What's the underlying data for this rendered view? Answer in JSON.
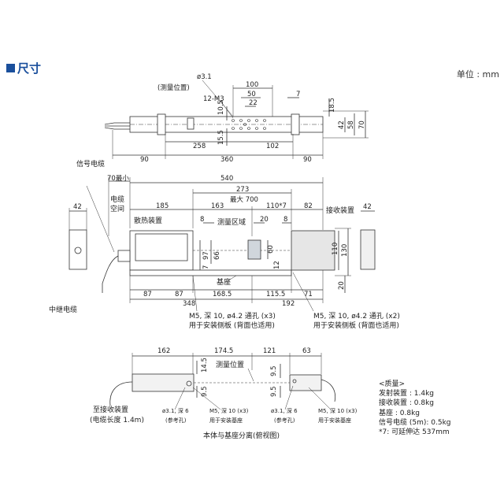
{
  "header": {
    "title": "尺寸",
    "unit": "单位 : mm"
  },
  "top_view": {
    "hole_dia": "ø3.1",
    "measure_pos": "(测量位置)",
    "thread": "12-M3",
    "dims_h": [
      "100",
      "50",
      "22",
      "7",
      "258",
      "102",
      "90",
      "360",
      "90"
    ],
    "dims_v": [
      "10.5",
      "15.5",
      "18.5",
      "42",
      "58",
      "70"
    ]
  },
  "front_view": {
    "signal_cable": "信号电缆",
    "min70": "70最小",
    "cable_space": [
      "电缆",
      "空间"
    ],
    "dims_top": [
      "540",
      "273",
      "最大 700",
      "185",
      "163",
      "110*7",
      "82"
    ],
    "heatsink": "散热装置",
    "receiver": "接收装置",
    "measure_area": "测量区域",
    "small_dims": [
      "8",
      "20",
      "8",
      "12",
      "60",
      "97",
      "66",
      "7"
    ],
    "right_dims": [
      "110",
      "130",
      "20"
    ],
    "side42_left": "42",
    "side42_right": "42",
    "base": "基座",
    "relay_cable": "中继电缆",
    "bottom_dims": [
      "87",
      "87",
      "168.5",
      "115.5",
      "71",
      "348",
      "192"
    ],
    "m5_left": "M5, 深 10, ø4.2 通孔 (x3)",
    "m5_left_2": "用于安装侧板 (背面也适用)",
    "m5_right": "M5, 深 10, ø4.2 通孔 (x2)",
    "m5_right_2": "用于安装侧板 (背面也适用)"
  },
  "bottom_view": {
    "dims": [
      "162",
      "174.5",
      "121",
      "63",
      "14.5",
      "9.5",
      "9.5",
      "9.5"
    ],
    "measure_pos": "测量位置",
    "to_receiver": "至接收装置",
    "cable_len": "(电缆长度 1.4m)",
    "ref_hole_l": "ø3.1, 深 6",
    "ref_hole_l2": "(参考孔)",
    "m5_l": "M5, 深 10 (x3)",
    "m5_l2": "用于安装基座",
    "ref_hole_r": "ø3.1, 深 6",
    "ref_hole_r2": "(参考孔)",
    "m5_r": "M5, 深 10 (x3)",
    "m5_r2": "用于安装基座",
    "caption": "本体与基座分离(俯视图)"
  },
  "mass_notes": {
    "title": "<质量>",
    "emitter": "发射装置 : 1.4kg",
    "receiver": "接收装置 : 0.8kg",
    "base": "基座 : 0.8kg",
    "cable": "信号电缆 (5m): 0.5kg",
    "footnote": "*7: 可延伸达 537mm"
  }
}
